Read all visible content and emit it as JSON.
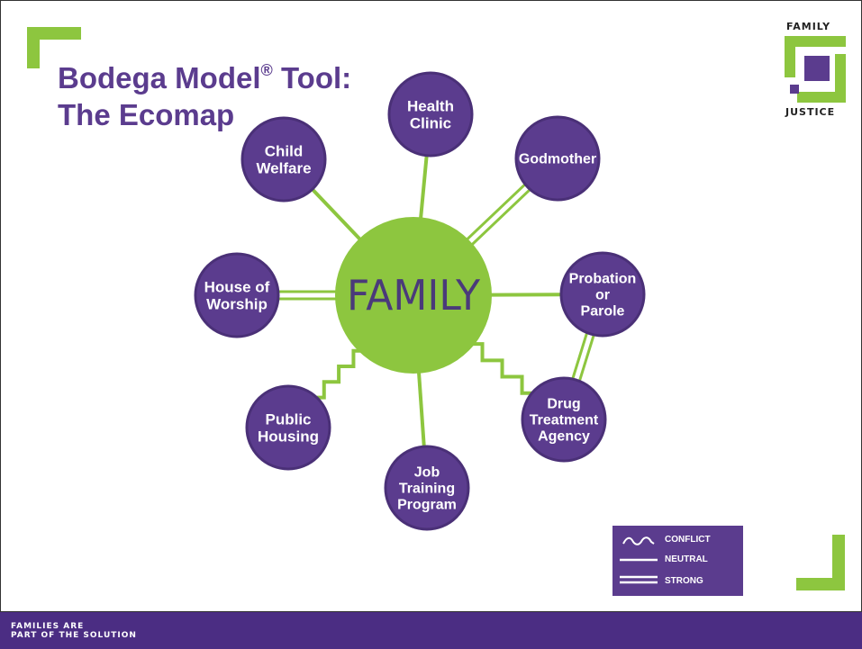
{
  "slide": {
    "title_line1": "Bodega Model",
    "title_registered": "®",
    "title_line1_suffix": " Tool:",
    "title_line2": "The Ecomap"
  },
  "logo": {
    "word_top": "FAMILY",
    "word_bottom": "JUSTICE",
    "colors": {
      "green": "#8dc63f",
      "purple": "#5b3c8e"
    }
  },
  "ecomap": {
    "center_label": "FAMILY",
    "nodes": [
      {
        "id": "health-clinic",
        "lines": [
          "Health",
          "Clinic"
        ],
        "connection": "neutral"
      },
      {
        "id": "godmother",
        "lines": [
          "Godmother"
        ],
        "connection": "strong"
      },
      {
        "id": "probation-parole",
        "lines": [
          "Probation",
          "or",
          "Parole"
        ],
        "connection": "neutral"
      },
      {
        "id": "drug-treatment",
        "lines": [
          "Drug",
          "Treatment",
          "Agency"
        ],
        "connection": "conflict"
      },
      {
        "id": "job-training",
        "lines": [
          "Job",
          "Training",
          "Program"
        ],
        "connection": "neutral"
      },
      {
        "id": "public-housing",
        "lines": [
          "Public",
          "Housing"
        ],
        "connection": "conflict"
      },
      {
        "id": "house-of-worship",
        "lines": [
          "House of",
          "Worship"
        ],
        "connection": "strong"
      },
      {
        "id": "child-welfare",
        "lines": [
          "Child",
          "Welfare"
        ],
        "connection": "neutral"
      }
    ],
    "extra_links": [
      {
        "from": "probation-parole",
        "to": "drug-treatment",
        "connection": "strong"
      }
    ],
    "colors": {
      "center": "#8dc63f",
      "node_fill": "#5b3c8e",
      "node_ring": "#4a3077",
      "line": "#8dc63f"
    }
  },
  "legend": {
    "items": [
      {
        "type": "conflict",
        "label": "CONFLICT"
      },
      {
        "type": "neutral",
        "label": "NEUTRAL"
      },
      {
        "type": "strong",
        "label": "STRONG"
      }
    ]
  },
  "footer": {
    "line1": "FAMILIES ARE",
    "line2": "PART OF THE SOLUTION",
    "color": "#4b2d83"
  }
}
